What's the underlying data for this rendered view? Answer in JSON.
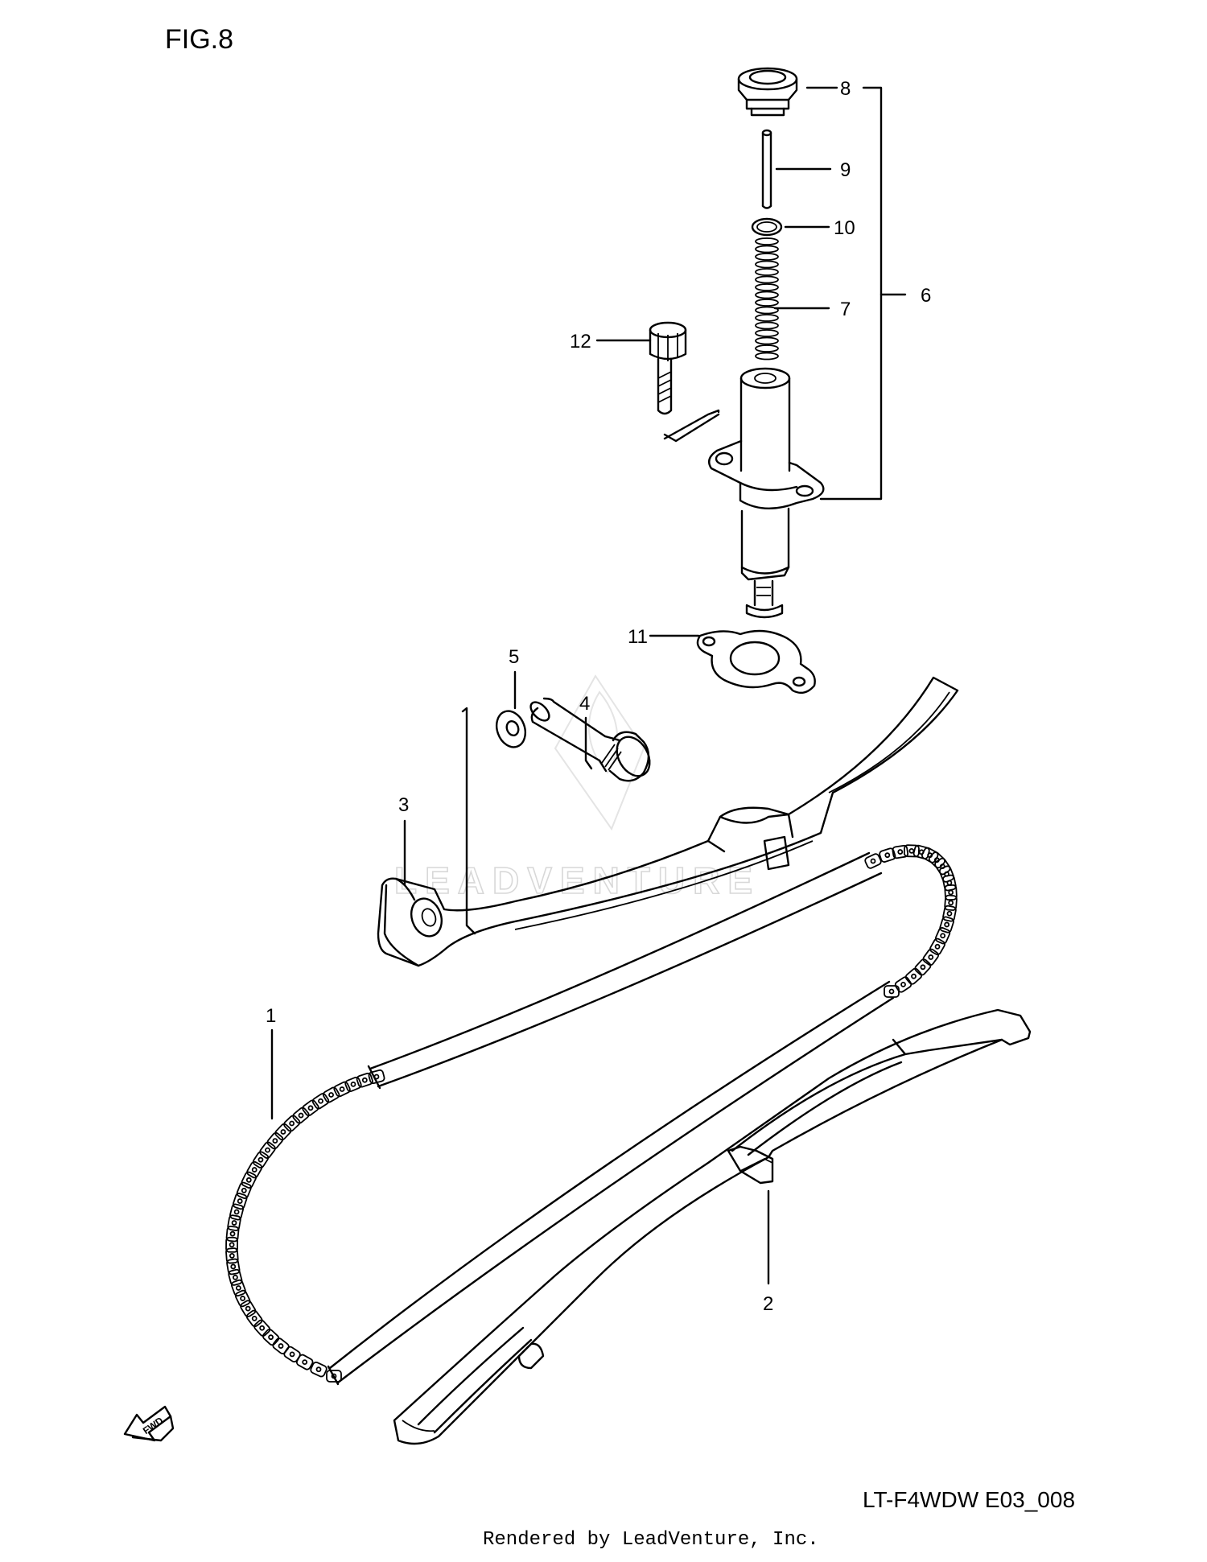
{
  "figure": {
    "title": "FIG.8",
    "drawing_code": "LT-F4WDW E03_008",
    "rendered_by": "Rendered by LeadVenture, Inc."
  },
  "watermark": {
    "text": "LEADVENTURE"
  },
  "fwd_arrow": {
    "label": "FWD"
  },
  "callouts": {
    "c1": "1",
    "c2": "2",
    "c3": "3",
    "c4": "4",
    "c5": "5",
    "c6": "6",
    "c7": "7",
    "c8": "8",
    "c9": "9",
    "c10": "10",
    "c11": "11",
    "c12": "12"
  },
  "colors": {
    "line": "#000000",
    "background": "#ffffff",
    "watermark": "#d8d8d8"
  }
}
